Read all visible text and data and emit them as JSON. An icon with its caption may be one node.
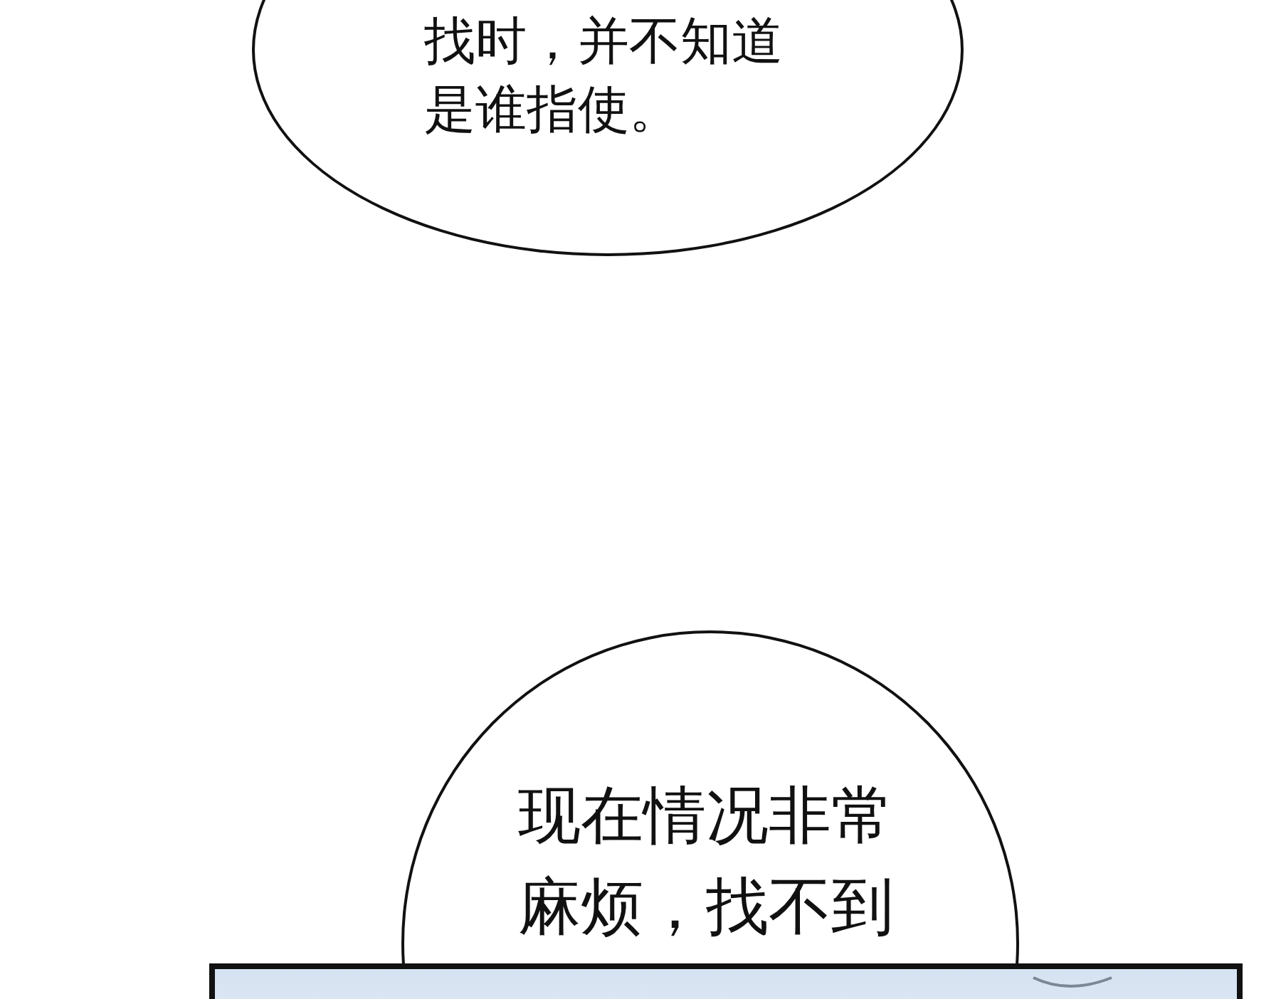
{
  "diagram": {
    "nodes": [
      {
        "text": [
          "找时，并不知道是谁指使。"
        ]
      },
      {
        "text": [
          "现在情况非常麻烦，找不到"
        ]
      },
      {
        "text": [],
        "shape": "picture"
      }
    ]
  }
}
